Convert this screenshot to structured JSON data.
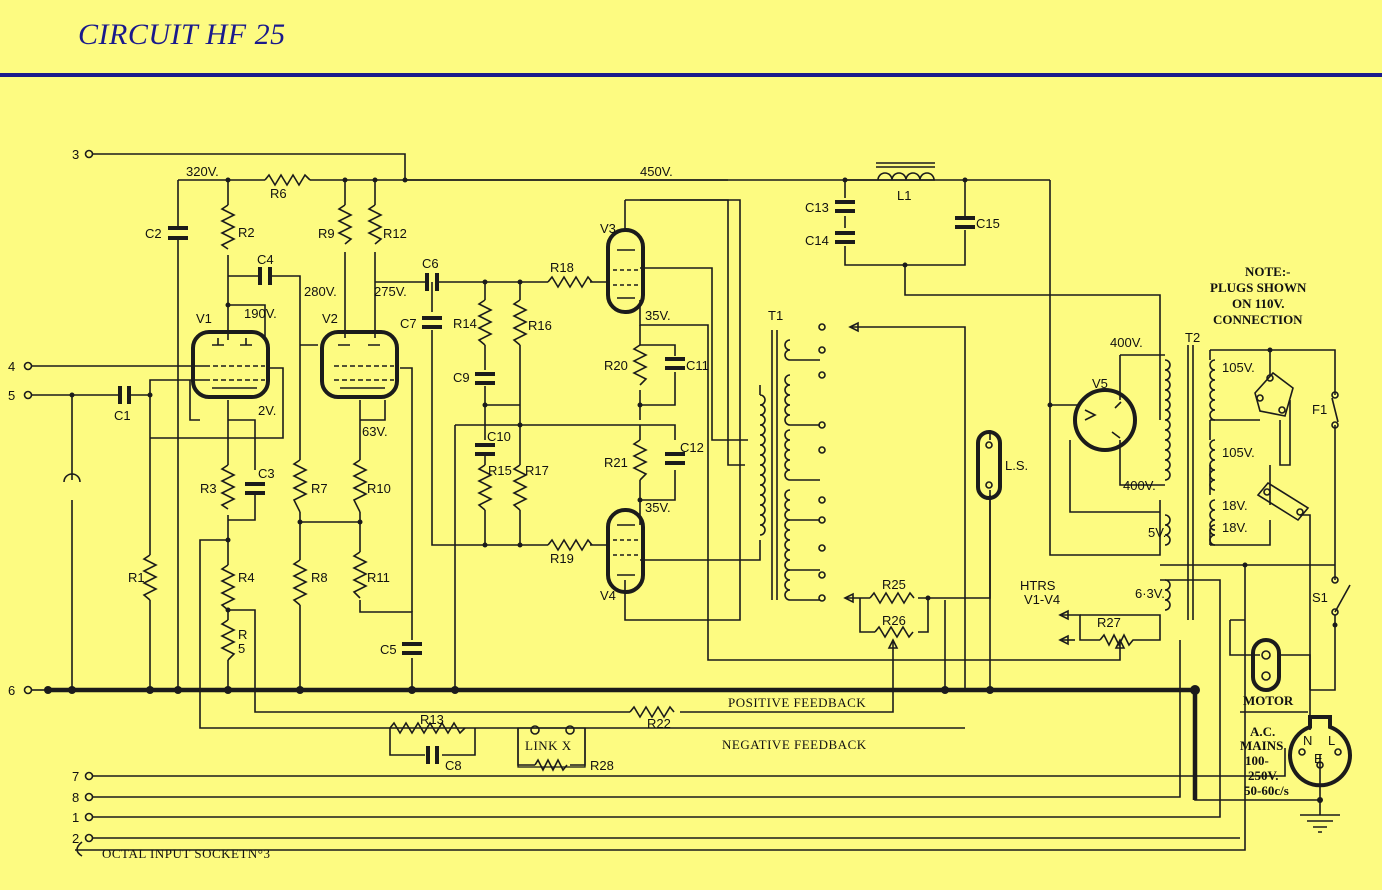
{
  "title": "CIRCUIT HF 25",
  "colors": {
    "background": "#fdfb81",
    "title": "#1a1a8c",
    "ink": "#1b1b1b"
  },
  "terminals": {
    "t3": "3",
    "t4": "4",
    "t5": "5",
    "t6": "6",
    "t7": "7",
    "t8": "8",
    "t1": "1",
    "t2": "2"
  },
  "voltages": {
    "v320": "320V.",
    "v450": "450V.",
    "v280": "280V.",
    "v275": "275V.",
    "v190": "190V.",
    "v2": "2V.",
    "v63": "63V.",
    "v35a": "35V.",
    "v35b": "35V.",
    "v400a": "400V.",
    "v400b": "400V.",
    "v105a": "105V.",
    "v105b": "105V.",
    "v18a": "18V.",
    "v18b": "18V.",
    "v5": "5V.",
    "v63b": "6·3V."
  },
  "resistors": {
    "R1": "R1",
    "R2": "R2",
    "R3": "R3",
    "R4": "R4",
    "R5a": "R",
    "R5b": "5",
    "R6": "R6",
    "R7": "R7",
    "R8": "R8",
    "R9": "R9",
    "R10": "R10",
    "R11": "R11",
    "R12": "R12",
    "R13": "R13",
    "R14": "R14",
    "R15": "R15",
    "R16": "R16",
    "R17": "R17",
    "R18": "R18",
    "R19": "R19",
    "R20": "R20",
    "R21": "R21",
    "R22": "R22",
    "R25": "R25",
    "R26": "R26",
    "R27": "R27",
    "R28": "R28"
  },
  "capacitors": {
    "C1": "C1",
    "C2": "C2",
    "C3": "C3",
    "C4": "C4",
    "C5": "C5",
    "C6": "C6",
    "C7": "C7",
    "C8": "C8",
    "C9": "C9",
    "C10": "C10",
    "C11": "C11",
    "C12": "C12",
    "C13": "C13",
    "C14": "C14",
    "C15": "C15"
  },
  "valves": {
    "V1": "V1",
    "V2": "V2",
    "V3": "V3",
    "V4": "V4",
    "V5": "V5"
  },
  "others": {
    "L1": "L1",
    "T1": "T1",
    "T2": "T2",
    "F1": "F1",
    "S1": "S1",
    "LS": "L.S.",
    "htrs1": "HTRS",
    "htrs2": "V1-V4",
    "motor": "MOTOR",
    "link": "LINK X",
    "N": "N",
    "E": "E",
    "L": "L"
  },
  "annotations": {
    "positive_feedback": "POSITIVE FEEDBACK",
    "negative_feedback": "NEGATIVE FEEDBACK",
    "octal": "OCTAL INPUT SOCKETN°3",
    "note": [
      "NOTE:-",
      "PLUGS SHOWN",
      "ON 110V.",
      "CONNECTION"
    ],
    "mains": [
      "A.C.",
      "MAINS",
      "100-",
      "250V.",
      "50-60c/s"
    ]
  }
}
